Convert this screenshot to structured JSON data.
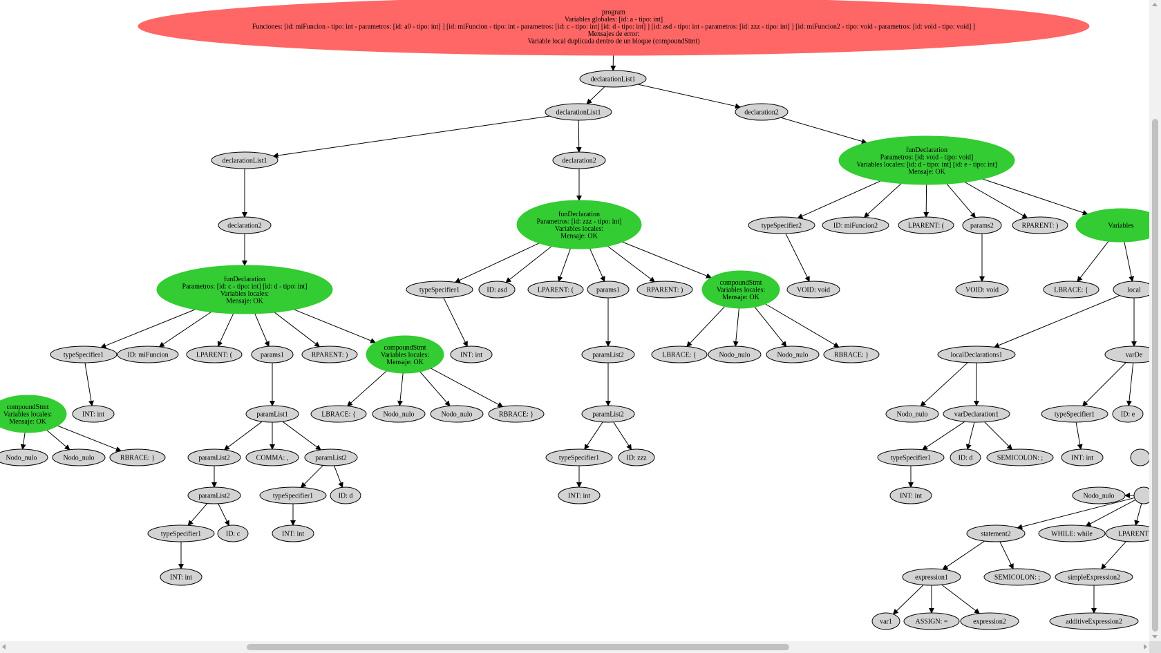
{
  "colors": {
    "root_fill": "#ff6666",
    "info_fill": "#33cc33",
    "default_fill": "#d3d3d3",
    "stroke": "#000000"
  },
  "nodes": [
    {
      "id": "program",
      "kind": "root",
      "lines": [
        "program",
        "Variables globales: [id: a - tipo: int]",
        "Funciones: [id: miFuncion - tipo: int - parametros: [id: a0 - tipo: int] ] [id: miFuncion - tipo: int - parametros: [id: c - tipo: int] [id: d - tipo: int] ] [id: asd - tipo: int - parametros: [id: zzz - tipo: int] ] [id: miFuncion2 - tipo: void - parametros: [id: void - tipo: void] ]",
        "Mensajes de error:",
        "Variable local duplicada dentro de un bloque (compoundStmt)"
      ]
    },
    {
      "id": "dl1_a",
      "lines": [
        "declarationList1"
      ]
    },
    {
      "id": "dl1_b",
      "lines": [
        "declarationList1"
      ]
    },
    {
      "id": "decl2_r",
      "lines": [
        "declaration2"
      ]
    },
    {
      "id": "dl1_c",
      "lines": [
        "declarationList1"
      ]
    },
    {
      "id": "decl2_m",
      "lines": [
        "declaration2"
      ]
    },
    {
      "id": "fun_r",
      "kind": "info",
      "lines": [
        "funDeclaration",
        "Parametros: [id: void - tipo: void]",
        "Variables locales: [id: d - tipo: int] [id: e - tipo: int]",
        "Mensaje: OK"
      ]
    },
    {
      "id": "decl2_l",
      "lines": [
        "declaration2"
      ]
    },
    {
      "id": "fun_m",
      "kind": "info",
      "lines": [
        "funDeclaration",
        "Parametros: [id: zzz - tipo: int]",
        "Variables locales:",
        "Mensaje: OK"
      ]
    },
    {
      "id": "fun_l",
      "kind": "info",
      "lines": [
        "funDeclaration",
        "Parametros: [id: c - tipo: int] [id: d - tipo: int]",
        "Variables locales:",
        "Mensaje: OK"
      ]
    },
    {
      "id": "ts1_l",
      "lines": [
        "typeSpecifier1"
      ]
    },
    {
      "id": "id_mif",
      "lines": [
        "ID: miFuncion"
      ]
    },
    {
      "id": "lp_l",
      "lines": [
        "LPARENT: ("
      ]
    },
    {
      "id": "params1_l",
      "lines": [
        "params1"
      ]
    },
    {
      "id": "rp_l",
      "lines": [
        "RPARENT: )"
      ]
    },
    {
      "id": "cs_l",
      "kind": "info",
      "lines": [
        "compoundStmt",
        "Variables locales:",
        "Mensaje: OK"
      ]
    },
    {
      "id": "cs_far",
      "kind": "info",
      "lines": [
        "compoundStmt",
        "Variables locales:",
        "Mensaje: OK"
      ]
    },
    {
      "id": "nn_far1",
      "lines": [
        "Nodo_nulo"
      ]
    },
    {
      "id": "nn_far2",
      "lines": [
        "Nodo_nulo"
      ]
    },
    {
      "id": "rb_far",
      "lines": [
        "RBRACE: }"
      ]
    },
    {
      "id": "int_l",
      "lines": [
        "INT: int"
      ]
    },
    {
      "id": "pl1_l",
      "lines": [
        "paramList1"
      ]
    },
    {
      "id": "lb_l",
      "lines": [
        "LBRACE: {"
      ]
    },
    {
      "id": "nn_l1",
      "lines": [
        "Nodo_nulo"
      ]
    },
    {
      "id": "nn_l2",
      "lines": [
        "Nodo_nulo"
      ]
    },
    {
      "id": "rb_l",
      "lines": [
        "RBRACE: }"
      ]
    },
    {
      "id": "pl2_a",
      "lines": [
        "paramList2"
      ]
    },
    {
      "id": "comma",
      "lines": [
        "COMMA: ,"
      ]
    },
    {
      "id": "pl2_b",
      "lines": [
        "paramList2"
      ]
    },
    {
      "id": "pl2_c",
      "lines": [
        "paramList2"
      ]
    },
    {
      "id": "ts1_d",
      "lines": [
        "typeSpecifier1"
      ]
    },
    {
      "id": "id_d_l",
      "lines": [
        "ID: d"
      ]
    },
    {
      "id": "int_d",
      "lines": [
        "INT: int"
      ]
    },
    {
      "id": "ts1_c",
      "lines": [
        "typeSpecifier1"
      ]
    },
    {
      "id": "id_c",
      "lines": [
        "ID: c"
      ]
    },
    {
      "id": "int_c",
      "lines": [
        "INT: int"
      ]
    },
    {
      "id": "ts1_m",
      "lines": [
        "typeSpecifier1"
      ]
    },
    {
      "id": "id_asd",
      "lines": [
        "ID: asd"
      ]
    },
    {
      "id": "lp_m",
      "lines": [
        "LPARENT: ("
      ]
    },
    {
      "id": "params1_m",
      "lines": [
        "params1"
      ]
    },
    {
      "id": "rp_m",
      "lines": [
        "RPARENT: )"
      ]
    },
    {
      "id": "cs_m",
      "kind": "info",
      "lines": [
        "compoundStmt",
        "Variables locales:",
        "Mensaje: OK"
      ]
    },
    {
      "id": "int_m",
      "lines": [
        "INT: int"
      ]
    },
    {
      "id": "pl2_m1",
      "lines": [
        "paramList2"
      ]
    },
    {
      "id": "lb_m",
      "lines": [
        "LBRACE: {"
      ]
    },
    {
      "id": "nn_m1",
      "lines": [
        "Nodo_nulo"
      ]
    },
    {
      "id": "nn_m2",
      "lines": [
        "Nodo_nulo"
      ]
    },
    {
      "id": "rb_m",
      "lines": [
        "RBRACE: }"
      ]
    },
    {
      "id": "pl2_m2",
      "lines": [
        "paramList2"
      ]
    },
    {
      "id": "ts1_zzz",
      "lines": [
        "typeSpecifier1"
      ]
    },
    {
      "id": "id_zzz",
      "lines": [
        "ID: zzz"
      ]
    },
    {
      "id": "int_zzz",
      "lines": [
        "INT: int"
      ]
    },
    {
      "id": "ts2_r",
      "lines": [
        "typeSpecifier2"
      ]
    },
    {
      "id": "id_mif2",
      "lines": [
        "ID: miFuncion2"
      ]
    },
    {
      "id": "lp_r",
      "lines": [
        "LPARENT: ("
      ]
    },
    {
      "id": "params2_r",
      "lines": [
        "params2"
      ]
    },
    {
      "id": "rp_r",
      "lines": [
        "RPARENT: )"
      ]
    },
    {
      "id": "cs_r",
      "kind": "info",
      "lines": [
        "Variables"
      ]
    },
    {
      "id": "void_ts",
      "lines": [
        "VOID: void"
      ]
    },
    {
      "id": "void_p",
      "lines": [
        "VOID: void"
      ]
    },
    {
      "id": "lb_r",
      "lines": [
        "LBRACE: {"
      ]
    },
    {
      "id": "local_r",
      "lines": [
        "local"
      ]
    },
    {
      "id": "ld1",
      "lines": [
        "localDeclarations1"
      ]
    },
    {
      "id": "vard_r",
      "lines": [
        "varDe"
      ]
    },
    {
      "id": "nn_r1",
      "lines": [
        "Nodo_nulo"
      ]
    },
    {
      "id": "vd1",
      "lines": [
        "varDeclaration1"
      ]
    },
    {
      "id": "ts1_r2",
      "lines": [
        "typeSpecifier1"
      ]
    },
    {
      "id": "id_e",
      "lines": [
        "ID: e"
      ]
    },
    {
      "id": "ts1_r1",
      "lines": [
        "typeSpecifier1"
      ]
    },
    {
      "id": "id_d_r",
      "lines": [
        "ID: d"
      ]
    },
    {
      "id": "semi_r1",
      "lines": [
        "SEMICOLON: ;"
      ]
    },
    {
      "id": "int_r2",
      "lines": [
        "INT: int"
      ]
    },
    {
      "id": "cut_r1",
      "lines": [
        ""
      ]
    },
    {
      "id": "int_r1",
      "lines": [
        "INT: int"
      ]
    },
    {
      "id": "nn_r2",
      "lines": [
        "Nodo_nulo"
      ]
    },
    {
      "id": "cut_r2",
      "lines": [
        ""
      ]
    },
    {
      "id": "stmt2",
      "lines": [
        "statement2"
      ]
    },
    {
      "id": "while",
      "lines": [
        "WHILE: while"
      ]
    },
    {
      "id": "lparent_r2",
      "lines": [
        "LPARENT"
      ]
    },
    {
      "id": "expr1",
      "lines": [
        "expression1"
      ]
    },
    {
      "id": "semi_r2",
      "lines": [
        "SEMICOLON: ;"
      ]
    },
    {
      "id": "se2",
      "lines": [
        "simpleExpression2"
      ]
    },
    {
      "id": "var1",
      "lines": [
        "var1"
      ]
    },
    {
      "id": "assign",
      "lines": [
        "ASSIGN: ="
      ]
    },
    {
      "id": "expr2",
      "lines": [
        "expression2"
      ]
    },
    {
      "id": "ae2",
      "lines": [
        "additiveExpression2"
      ]
    }
  ],
  "edges": [
    [
      "program",
      "dl1_a"
    ],
    [
      "dl1_a",
      "dl1_b"
    ],
    [
      "dl1_a",
      "decl2_r"
    ],
    [
      "dl1_b",
      "dl1_c"
    ],
    [
      "dl1_b",
      "decl2_m"
    ],
    [
      "decl2_r",
      "fun_r"
    ],
    [
      "dl1_c",
      "decl2_l"
    ],
    [
      "decl2_m",
      "fun_m"
    ],
    [
      "decl2_l",
      "fun_l"
    ],
    [
      "fun_l",
      "ts1_l"
    ],
    [
      "fun_l",
      "id_mif"
    ],
    [
      "fun_l",
      "lp_l"
    ],
    [
      "fun_l",
      "params1_l"
    ],
    [
      "fun_l",
      "rp_l"
    ],
    [
      "fun_l",
      "cs_l"
    ],
    [
      "cs_far",
      "nn_far1"
    ],
    [
      "cs_far",
      "nn_far2"
    ],
    [
      "cs_far",
      "rb_far"
    ],
    [
      "ts1_l",
      "int_l"
    ],
    [
      "params1_l",
      "pl1_l"
    ],
    [
      "cs_l",
      "lb_l"
    ],
    [
      "cs_l",
      "nn_l1"
    ],
    [
      "cs_l",
      "nn_l2"
    ],
    [
      "cs_l",
      "rb_l"
    ],
    [
      "pl1_l",
      "pl2_a"
    ],
    [
      "pl1_l",
      "comma"
    ],
    [
      "pl1_l",
      "pl2_b"
    ],
    [
      "pl2_a",
      "pl2_c"
    ],
    [
      "pl2_b",
      "ts1_d"
    ],
    [
      "pl2_b",
      "id_d_l"
    ],
    [
      "ts1_d",
      "int_d"
    ],
    [
      "pl2_c",
      "ts1_c"
    ],
    [
      "pl2_c",
      "id_c"
    ],
    [
      "ts1_c",
      "int_c"
    ],
    [
      "fun_m",
      "ts1_m"
    ],
    [
      "fun_m",
      "id_asd"
    ],
    [
      "fun_m",
      "lp_m"
    ],
    [
      "fun_m",
      "params1_m"
    ],
    [
      "fun_m",
      "rp_m"
    ],
    [
      "fun_m",
      "cs_m"
    ],
    [
      "ts1_m",
      "int_m"
    ],
    [
      "params1_m",
      "pl2_m1"
    ],
    [
      "cs_m",
      "lb_m"
    ],
    [
      "cs_m",
      "nn_m1"
    ],
    [
      "cs_m",
      "nn_m2"
    ],
    [
      "cs_m",
      "rb_m"
    ],
    [
      "pl2_m1",
      "pl2_m2"
    ],
    [
      "pl2_m2",
      "ts1_zzz"
    ],
    [
      "pl2_m2",
      "id_zzz"
    ],
    [
      "ts1_zzz",
      "int_zzz"
    ],
    [
      "fun_r",
      "ts2_r"
    ],
    [
      "fun_r",
      "id_mif2"
    ],
    [
      "fun_r",
      "lp_r"
    ],
    [
      "fun_r",
      "params2_r"
    ],
    [
      "fun_r",
      "rp_r"
    ],
    [
      "fun_r",
      "cs_r"
    ],
    [
      "ts2_r",
      "void_ts"
    ],
    [
      "params2_r",
      "void_p"
    ],
    [
      "cs_r",
      "lb_r"
    ],
    [
      "cs_r",
      "local_r"
    ],
    [
      "local_r",
      "ld1"
    ],
    [
      "local_r",
      "vard_r"
    ],
    [
      "ld1",
      "nn_r1"
    ],
    [
      "ld1",
      "vd1"
    ],
    [
      "vd1",
      "ts1_r1"
    ],
    [
      "vd1",
      "id_d_r"
    ],
    [
      "vd1",
      "semi_r1"
    ],
    [
      "ts1_r1",
      "int_r1"
    ],
    [
      "vard_r",
      "ts1_r2"
    ],
    [
      "vard_r",
      "id_e"
    ],
    [
      "ts1_r2",
      "int_r2"
    ],
    [
      "cut_r2",
      "nn_r2"
    ],
    [
      "cut_r2",
      "stmt2"
    ],
    [
      "cut_r2",
      "while"
    ],
    [
      "cut_r2",
      "lparent_r2"
    ],
    [
      "stmt2",
      "expr1"
    ],
    [
      "stmt2",
      "semi_r2"
    ],
    [
      "expr1",
      "var1"
    ],
    [
      "expr1",
      "assign"
    ],
    [
      "expr1",
      "expr2"
    ],
    [
      "lparent_r2",
      "se2"
    ],
    [
      "se2",
      "ae2"
    ]
  ]
}
